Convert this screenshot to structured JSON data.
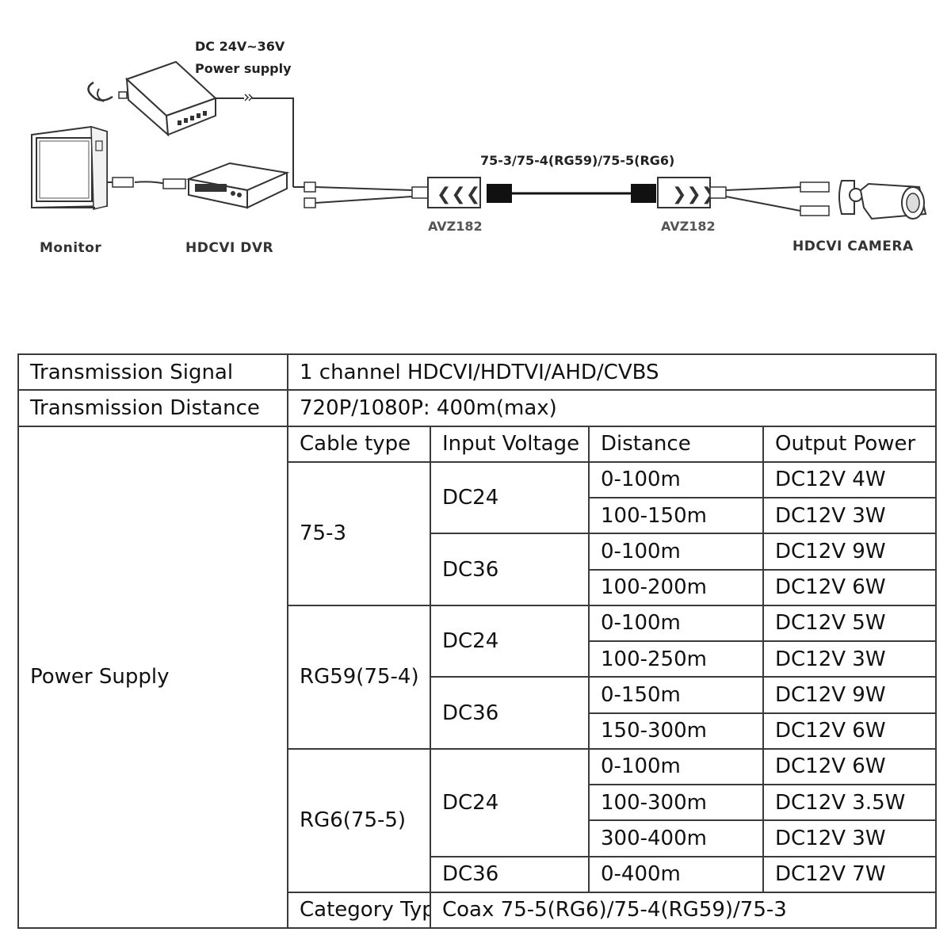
{
  "diagram": {
    "power_supply_label": [
      "DC 24V~36V",
      "Power supply"
    ],
    "cable_label": "75-3/75-4(RG59)/75-5(RG6)",
    "balun_left_label": "AVZ182",
    "balun_right_label": "AVZ182",
    "monitor_label": "Monitor",
    "dvr_label": "HDCVI DVR",
    "camera_label": "HDCVI  CAMERA"
  },
  "table": {
    "transmission_signal": {
      "label": "Transmission Signal",
      "value": "1 channel HDCVI/HDTVI/AHD/CVBS"
    },
    "transmission_distance": {
      "label": "Transmission Distance",
      "value": "720P/1080P: 400m(max)"
    },
    "power_supply": {
      "label": "Power Supply",
      "headers": [
        "Cable type",
        "Input Voltage",
        "Distance",
        "Output Power"
      ],
      "groups": [
        {
          "cable": "75-3",
          "voltages": [
            {
              "voltage": "DC24",
              "rows": [
                {
                  "distance": "0-100m",
                  "power": "DC12V 4W"
                },
                {
                  "distance": "100-150m",
                  "power": "DC12V 3W"
                }
              ]
            },
            {
              "voltage": "DC36",
              "rows": [
                {
                  "distance": "0-100m",
                  "power": "DC12V 9W"
                },
                {
                  "distance": "100-200m",
                  "power": "DC12V 6W"
                }
              ]
            }
          ]
        },
        {
          "cable": "RG59(75-4)",
          "voltages": [
            {
              "voltage": "DC24",
              "rows": [
                {
                  "distance": "0-100m",
                  "power": "DC12V 5W"
                },
                {
                  "distance": "100-250m",
                  "power": "DC12V 3W"
                }
              ]
            },
            {
              "voltage": "DC36",
              "rows": [
                {
                  "distance": "0-150m",
                  "power": "DC12V 9W"
                },
                {
                  "distance": "150-300m",
                  "power": "DC12V 6W"
                }
              ]
            }
          ]
        },
        {
          "cable": "RG6(75-5)",
          "voltages": [
            {
              "voltage": "DC24",
              "rows": [
                {
                  "distance": "0-100m",
                  "power": "DC12V 6W"
                },
                {
                  "distance": "100-300m",
                  "power": "DC12V 3.5W"
                },
                {
                  "distance": "300-400m",
                  "power": "DC12V 3W"
                }
              ]
            },
            {
              "voltage": "DC36",
              "rows": [
                {
                  "distance": "0-400m",
                  "power": "DC12V 7W"
                }
              ]
            }
          ]
        }
      ]
    },
    "category_type": {
      "label": "Category Type",
      "value": "Coax 75-5(RG6)/75-4(RG59)/75-3"
    }
  }
}
